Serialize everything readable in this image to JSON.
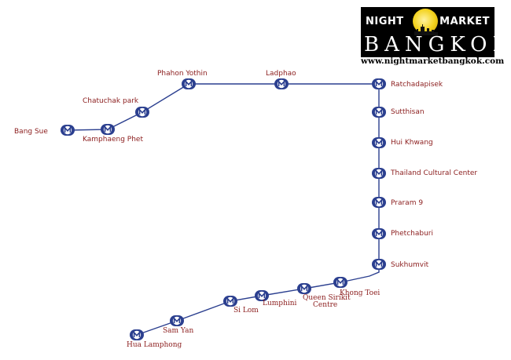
{
  "logo": {
    "night": "NIGHT",
    "market": "MARKET",
    "bangkok": "BANGKOK",
    "url": "www.nightmarketbangkok.com"
  },
  "line_color": "#2b3f8f",
  "label_color": "#8b1d1d",
  "station_icon": "metro-m-icon",
  "stations": [
    {
      "id": "bang-sue",
      "label": "Bang Sue"
    },
    {
      "id": "kamphaeng-phet",
      "label": "Kamphaeng Phet"
    },
    {
      "id": "chatuchak-park",
      "label": "Chatuchak park"
    },
    {
      "id": "phahon-yothin",
      "label": "Phahon Yothin"
    },
    {
      "id": "ladphao",
      "label": "Ladphao"
    },
    {
      "id": "ratchadapisek",
      "label": "Ratchadapisek"
    },
    {
      "id": "sutthisan",
      "label": "Sutthisan"
    },
    {
      "id": "hui-khwang",
      "label": "Hui Khwang"
    },
    {
      "id": "thailand-cultural-center",
      "label": "Thailand Cultural Center"
    },
    {
      "id": "praram-9",
      "label": "Praram 9"
    },
    {
      "id": "phetchaburi",
      "label": "Phetchaburi"
    },
    {
      "id": "sukhumvit",
      "label": "Sukhumvit"
    },
    {
      "id": "khong-toei",
      "label": "Khong Toei"
    },
    {
      "id": "queen-sirikit-centre",
      "label": "Queen Sirikit",
      "label2": "Centre"
    },
    {
      "id": "lumphini",
      "label": "Lumphini"
    },
    {
      "id": "si-lom",
      "label": "Si Lom"
    },
    {
      "id": "sam-yan",
      "label": "Sam Yan"
    },
    {
      "id": "hua-lamphong",
      "label": "Hua Lamphong"
    }
  ]
}
